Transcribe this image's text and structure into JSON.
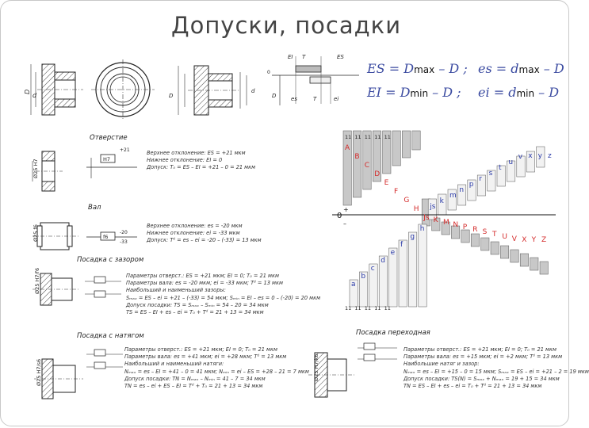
{
  "title": "Допуски, посадки",
  "formulas": {
    "ES": {
      "lhs": "ES",
      "eq": "=",
      "sub": "D",
      "subidx": "max",
      "rest": "– D ;"
    },
    "es": {
      "lhs": "es",
      "eq": "=",
      "sub": "d",
      "subidx": "max",
      "rest": "– D"
    },
    "EI": {
      "lhs": "EI",
      "eq": "=",
      "sub": "D",
      "subidx": "min",
      "rest": "– D ;"
    },
    "ei": {
      "lhs": "ei",
      "eq": "=",
      "sub": "d",
      "subidx": "min",
      "rest": "– D"
    }
  },
  "hole_block": {
    "heading": "Отверстие",
    "lines": [
      "Верхнее отклонение:   ES = +21 мкм",
      "Нижнее отклонение:    EI = 0",
      "Допуск:   T₀ = ES – EI = +21 – 0 = 21 мкм"
    ],
    "dim": "Ø25 H7",
    "tag": "H7",
    "dev": "+21"
  },
  "shaft_block": {
    "heading": "Вал",
    "lines": [
      "Верхнее отклонение:   es = -20 мкм",
      "Нижнее отклонение:    ei = -33 мкм",
      "Допуск:   Tᵈ = es – ei = -20 – (-33) = 13 мкм"
    ],
    "dim": "Ø25 f6",
    "tag": "f6",
    "dev_top": "-20",
    "dev_bot": "-33"
  },
  "clearance_block": {
    "heading": "Посадка с зазором",
    "lines": [
      "Параметры отверст.:  ES = +21 мкм;   EI = 0;   T₀ = 21 мкм",
      "Параметры вала:   es = -20 мкм;   ei = -33 мкм;   Tᵈ = 13 мкм",
      "Наибольший и наименьший зазоры:",
      "Sₘₐₓ = ES – ei = +21 – (-33) = 54 мкм;   Sₘᵢₙ = EI – es = 0 – (-20) = 20 мкм",
      "Допуск посадки:   TS = Sₘₐₓ – Sₘᵢₙ = 54 – 20 = 34 мкм",
      "TS = ES – EI + es – ei = T₀ + Tᵈ = 21 + 13 = 34 мкм"
    ],
    "dim": "Ø25 H7/f6"
  },
  "interference_block": {
    "heading": "Посадка с натягом",
    "lines": [
      "Параметры отверст.:  ES = +21 мкм;   EI = 0;   T₀ = 21 мкм",
      "Параметры вала:   es = +41 мкм;   ei = +28 мкм;   Tᵈ = 13 мкм",
      "Наибольший и наименьший натяги:",
      "Nₘₐₓ = es – EI = +41 – 0 = 41 мкм;   Nₘᵢₙ = ei – ES = +28 – 21 = 7 мкм",
      "Допуск посадки:   TN = Nₘₐₓ – Nₘᵢₙ = 41 – 7 = 34 мкм",
      "TN = es – ei + ES – EI = Tᵈ + T₀ = 21 + 13 = 34 мкм"
    ],
    "dim": "Ø25 H7/s6"
  },
  "transition_block": {
    "heading": "Посадка переходная",
    "lines": [
      "Параметры отверст.:  ES = +21 мкм;   EI = 0;   T₀ = 21 мкм",
      "Параметры вала:   es = +15 мкм;   ei = +2 мкм;   Tᵈ = 13 мкм",
      "Наибольшие натяг и зазор:",
      "Nₘₐₓ = es – EI = +15 – 0 = 15 мкм;   Sₘₐₓ = ES – ei = +21 – 2 = 19 мкм",
      "Допуск посадки:   TS(N) = Sₘₐₓ + Nₘₐₓ = 19 + 15 = 34 мкм",
      "TN = ES – EI + es – ei = T₀ + Tᵈ = 21 + 13 = 34 мкм"
    ],
    "dim": "Ø25 H7/k6"
  },
  "deviation_chart": {
    "zero_label": "0",
    "plus": "+",
    "minus": "–",
    "hole_letters": [
      "A",
      "B",
      "C",
      "D",
      "E",
      "F",
      "G",
      "H",
      "Js",
      "K",
      "M",
      "N",
      "P",
      "R",
      "S",
      "T",
      "U",
      "V",
      "X",
      "Y",
      "Z"
    ],
    "shaft_letters": [
      "a",
      "b",
      "c",
      "d",
      "e",
      "f",
      "g",
      "h",
      "js",
      "k",
      "m",
      "n",
      "p",
      "r",
      "s",
      "t",
      "u",
      "v",
      "x",
      "y",
      "z"
    ],
    "grade_top": [
      "11",
      "11",
      "11",
      "11",
      "11"
    ],
    "grade_bot": [
      "11",
      "11",
      "11",
      "11",
      "11"
    ],
    "accent_red": "#d42a2a",
    "accent_blue": "#2a3aa8"
  }
}
